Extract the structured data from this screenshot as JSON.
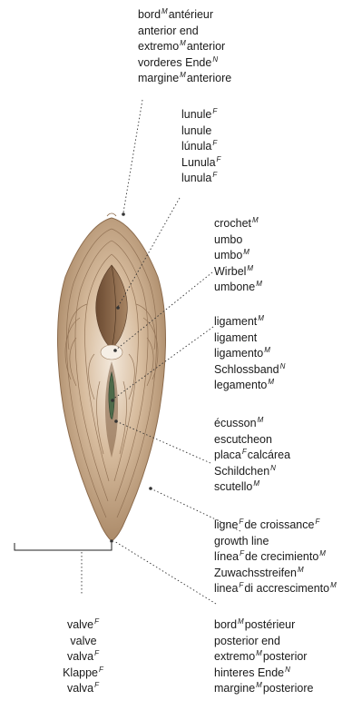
{
  "labels": {
    "anterior_end": [
      {
        "t": "bord",
        "g": "M",
        "t2": "antérieur"
      },
      {
        "t": "anterior end"
      },
      {
        "t": "extremo",
        "g": "M",
        "t2": "anterior"
      },
      {
        "t": "vorderes Ende",
        "g": "N"
      },
      {
        "t": "margine",
        "g": "M",
        "t2": "anteriore"
      }
    ],
    "lunule": [
      {
        "t": "lunule",
        "g": "F"
      },
      {
        "t": "lunule"
      },
      {
        "t": "lúnula",
        "g": "F"
      },
      {
        "t": "Lunula",
        "g": "F"
      },
      {
        "t": "lunula",
        "g": "F"
      }
    ],
    "umbo": [
      {
        "t": "crochet",
        "g": "M"
      },
      {
        "t": "umbo"
      },
      {
        "t": "umbo",
        "g": "M"
      },
      {
        "t": "Wirbel",
        "g": "M"
      },
      {
        "t": "umbone",
        "g": "M"
      }
    ],
    "ligament": [
      {
        "t": "ligament",
        "g": "M"
      },
      {
        "t": "ligament"
      },
      {
        "t": "ligamento",
        "g": "M"
      },
      {
        "t": "Schlossband",
        "g": "N"
      },
      {
        "t": "legamento",
        "g": "M"
      }
    ],
    "escutcheon": [
      {
        "t": "écusson",
        "g": "M"
      },
      {
        "t": "escutcheon"
      },
      {
        "t": "placa",
        "g": "F",
        "t2": "calcárea"
      },
      {
        "t": "Schildchen",
        "g": "N"
      },
      {
        "t": "scutello",
        "g": "M"
      }
    ],
    "growth_line": [
      {
        "t": "ligne",
        "g": "F",
        "t2": "de croissance",
        "g2": "F"
      },
      {
        "t": "growth line"
      },
      {
        "t": "línea",
        "g": "F",
        "t2": "de crecimiento",
        "g2": "M"
      },
      {
        "t": "Zuwachsstreifen",
        "g": "M"
      },
      {
        "t": "linea",
        "g": "F",
        "t2": "di accrescimento",
        "g2": "M"
      }
    ],
    "valve": [
      {
        "t": "valve",
        "g": "F"
      },
      {
        "t": "valve"
      },
      {
        "t": "valva",
        "g": "F"
      },
      {
        "t": "Klappe",
        "g": "F"
      },
      {
        "t": "valva",
        "g": "F"
      }
    ],
    "posterior_end": [
      {
        "t": "bord",
        "g": "M",
        "t2": "postérieur"
      },
      {
        "t": "posterior end"
      },
      {
        "t": "extremo",
        "g": "M",
        "t2": "posterior"
      },
      {
        "t": "hinteres Ende",
        "g": "N"
      },
      {
        "t": "margine",
        "g": "M",
        "t2": "posteriore"
      }
    ]
  },
  "colors": {
    "shell_light": "#eadccb",
    "shell_mid": "#c9ab8b",
    "shell_dark": "#9c7a5a",
    "ligament": "#4e6b4a",
    "leader": "#333333"
  }
}
